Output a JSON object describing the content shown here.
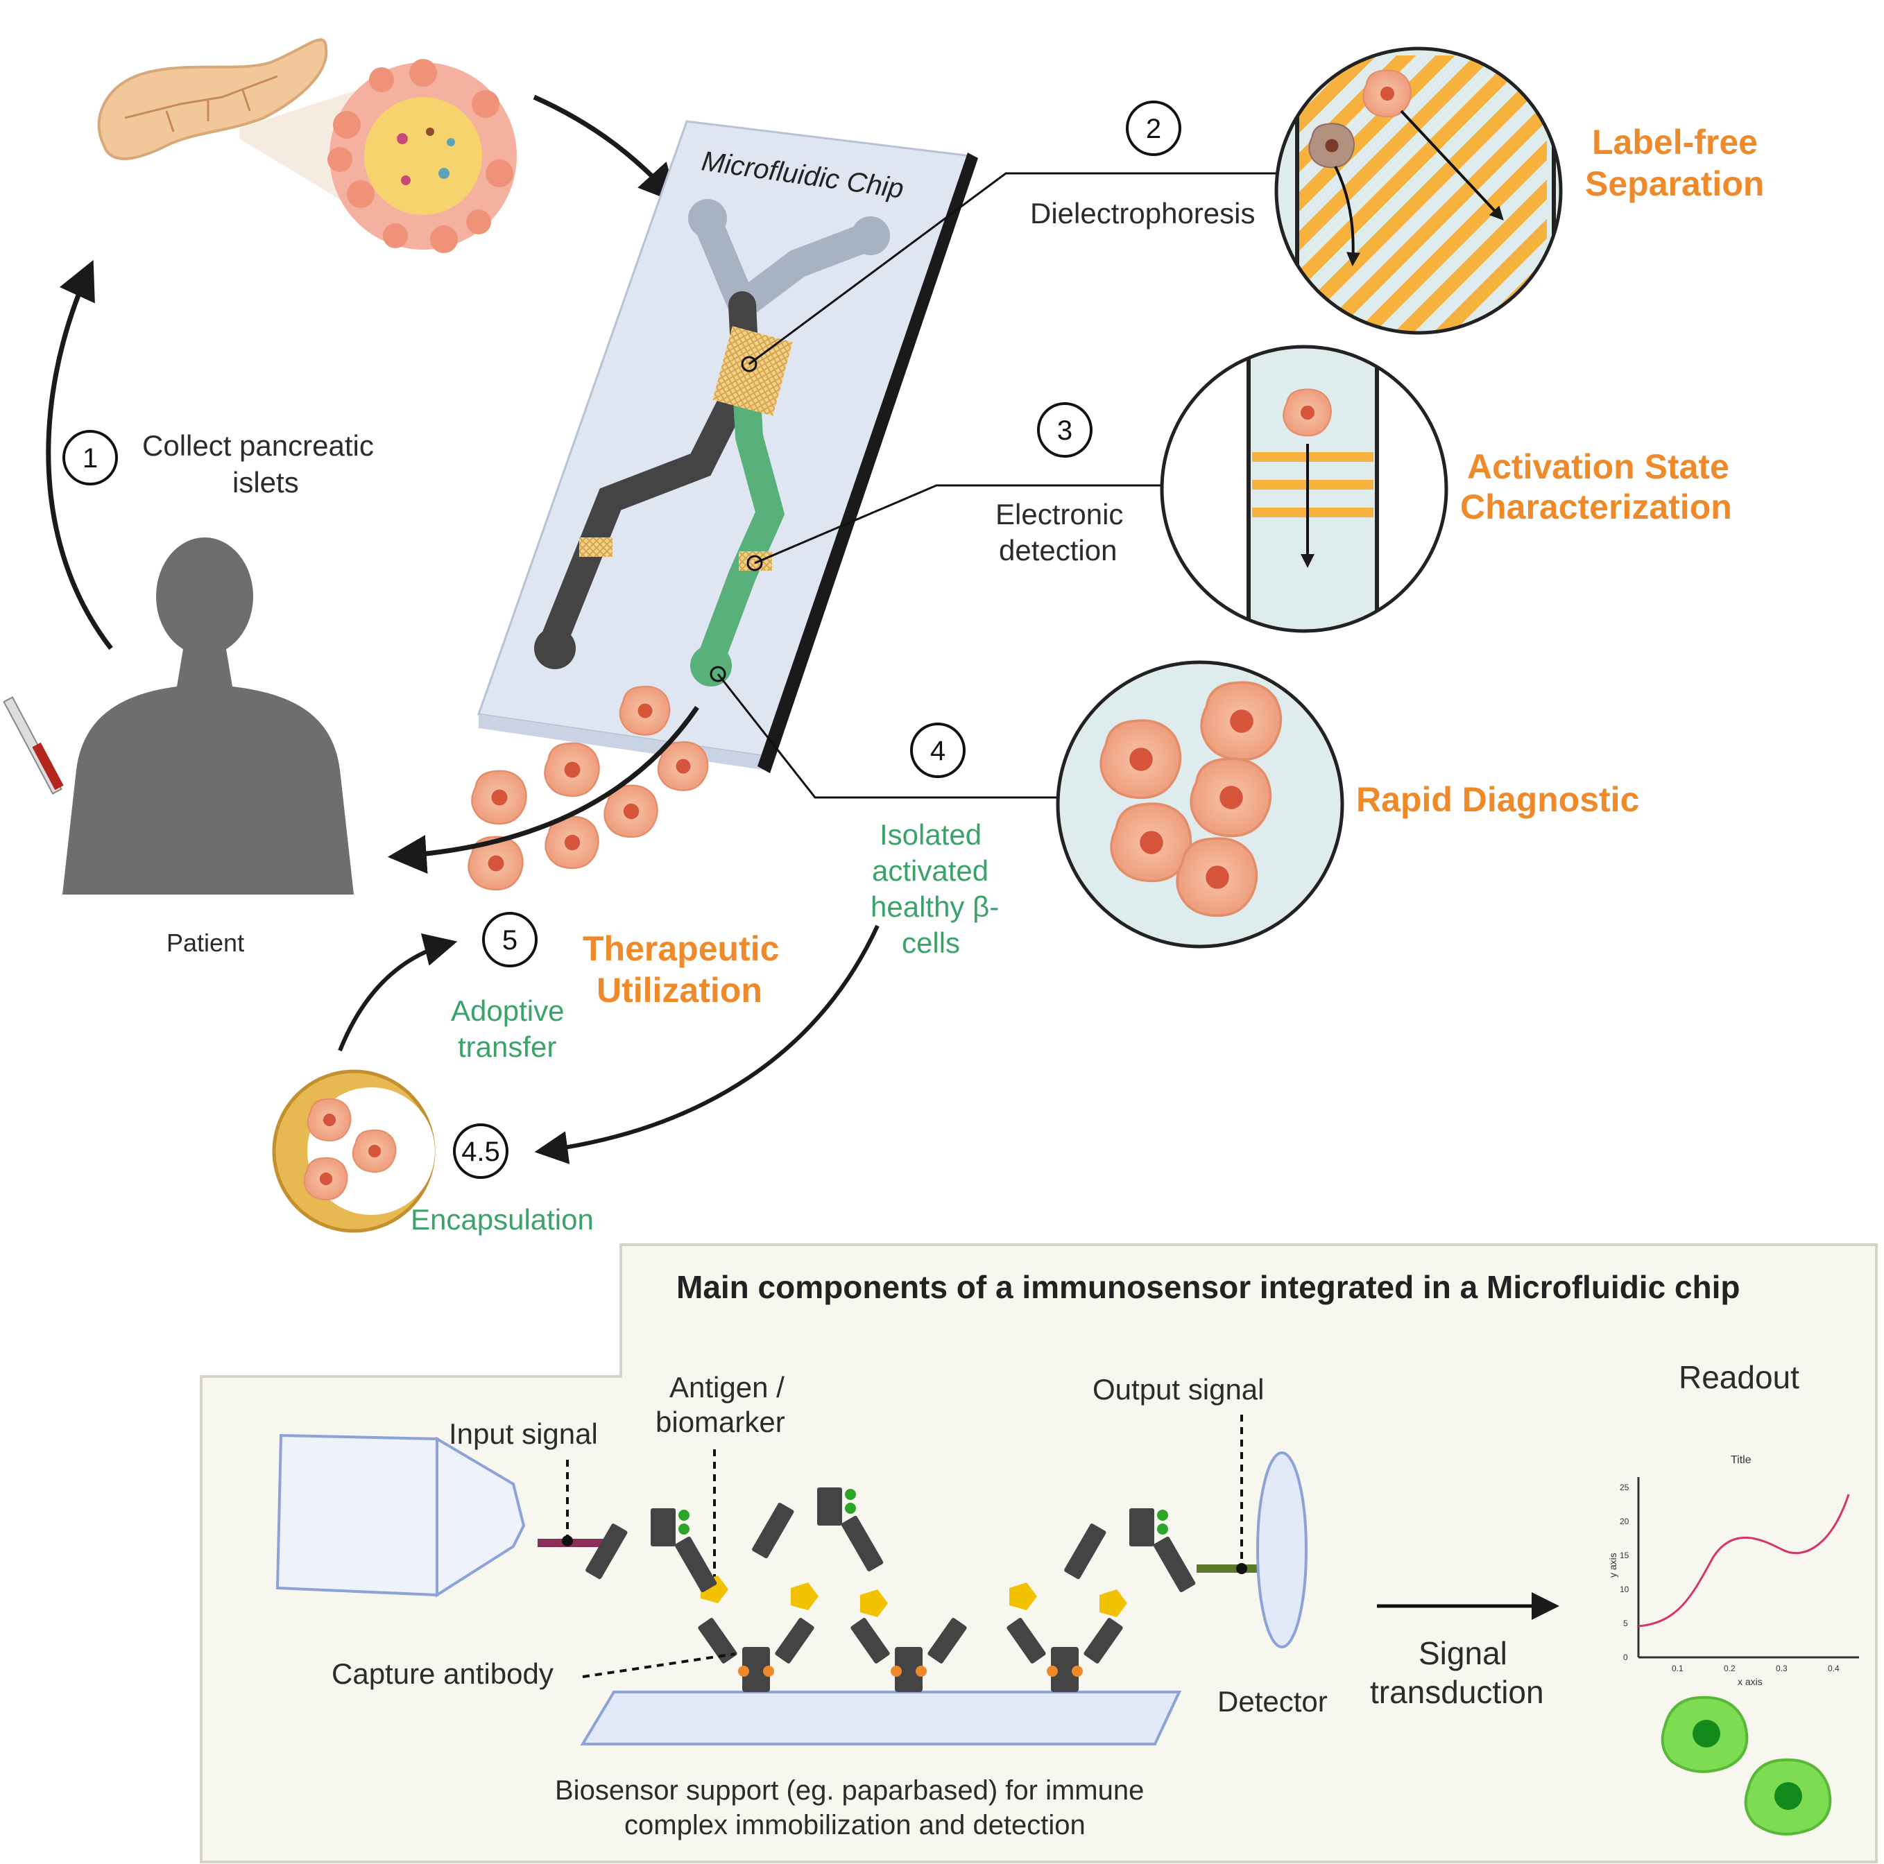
{
  "top": {
    "chip_title": "Microfluidic Chip",
    "steps": [
      {
        "num": "1",
        "text": "Collect pancreatic islets",
        "line1": "Collect pancreatic",
        "line2": "islets"
      },
      {
        "num": "2",
        "method": "Dielectrophoresis",
        "outcome_line1": "Label-free",
        "outcome_line2": "Separation"
      },
      {
        "num": "3",
        "method_line1": "Electronic",
        "method_line2": "detection",
        "outcome_line1": "Activation State",
        "outcome_line2": "Characterization"
      },
      {
        "num": "4",
        "cells_line1": "Isolated",
        "cells_line2": "activated",
        "cells_line3": "healthy β-",
        "cells_line4": "cells",
        "outcome": "Rapid Diagnostic"
      },
      {
        "num": "4.5",
        "method": "Encapsulation"
      },
      {
        "num": "5",
        "method_line1": "Adoptive",
        "method_line2": "transfer",
        "outcome_line1": "Therapeutic",
        "outcome_line2": "Utilization"
      }
    ],
    "patient_label": "Patient"
  },
  "bottom": {
    "title": "Main components of a immunosensor integrated in a Microfluidic chip",
    "labels": {
      "input_signal": "Input signal",
      "antigen_line1": "Antigen /",
      "antigen_line2": "biomarker",
      "output_signal": "Output signal",
      "capture_antibody": "Capture antibody",
      "detector": "Detector",
      "transduction_line1": "Signal",
      "transduction_line2": "transduction",
      "readout": "Readout",
      "support_line1": "Biosensor support (eg. paparbased) for immune",
      "support_line2": "complex immobilization and detection"
    },
    "mini_chart": {
      "title": "Title",
      "xlabel": "x axis",
      "ylabel": "y axis",
      "x_ticks": [
        "0.1",
        "0.2",
        "0.3",
        "0.4"
      ],
      "y_ticks": [
        "0",
        "5",
        "10",
        "15",
        "20",
        "25"
      ]
    }
  },
  "colors": {
    "orange_accent": "#ef8a2a",
    "green_accent": "#3aa36a",
    "chip": "#dfe6f1",
    "cell": "#f2a98a"
  }
}
